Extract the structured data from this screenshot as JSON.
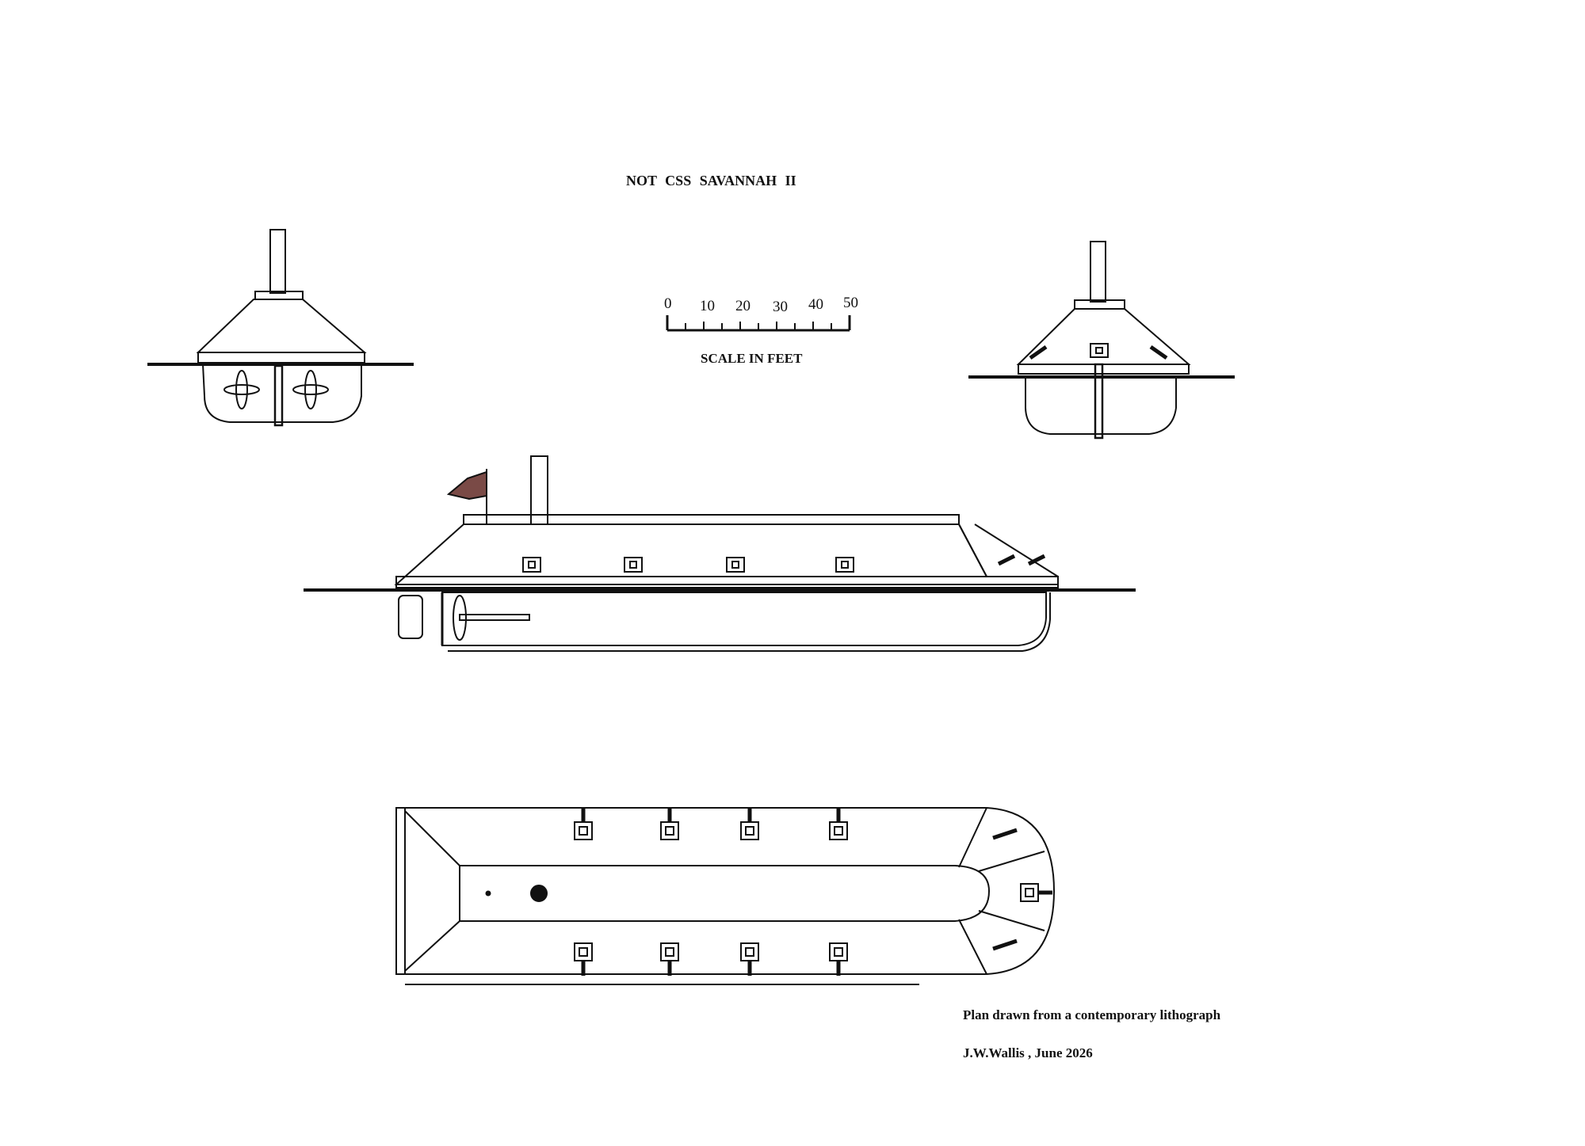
{
  "title": "NOT CSS    SAVANNAH    II",
  "scale": {
    "label": "SCALE IN FEET",
    "ticks": [
      "0",
      "10",
      "20",
      "30",
      "40",
      "50"
    ]
  },
  "note": "Plan drawn from a contemporary  lithograph",
  "credit": "J.W.Wallis , June 2026"
}
